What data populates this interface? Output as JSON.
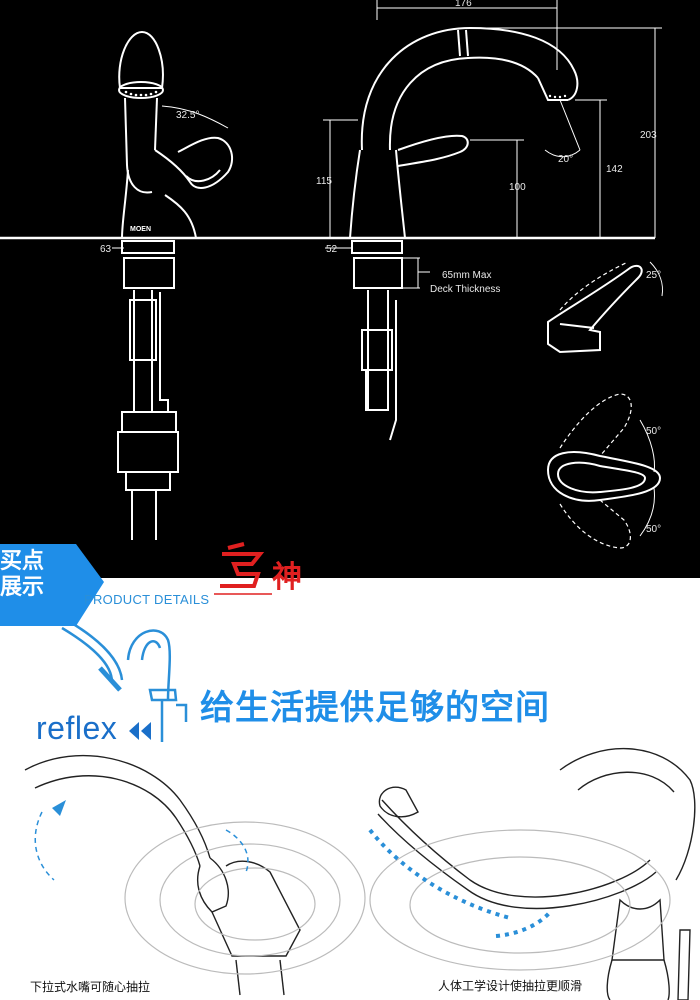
{
  "dimensions": {
    "d176": "176",
    "d32_5": "32.5°",
    "d203": "203",
    "d142": "142",
    "d20": "20°",
    "d115": "115",
    "d100": "100",
    "d63": "63",
    "d52": "52",
    "deck_line1": "65mm Max",
    "deck_line2": "Deck Thickness",
    "d25": "25°",
    "d50a": "50°",
    "d50b": "50°"
  },
  "faucet_brand": "MOEN",
  "badge": {
    "line1": "买点",
    "line2": "展示",
    "color": "#1f8ee8"
  },
  "product_details": "PRODUCT DETAILS",
  "watermark": {
    "text": "神",
    "color": "#e02020"
  },
  "headline": "给生活提供足够的空间",
  "reflex_logo": "reflex",
  "captions": {
    "left": "下拉式水嘴可随心抽拉",
    "right": "人体工学设计使抽拉更顺滑"
  },
  "colors": {
    "accent": "#1f8ee8",
    "background_dark": "#000000",
    "line": "#ffffff"
  }
}
